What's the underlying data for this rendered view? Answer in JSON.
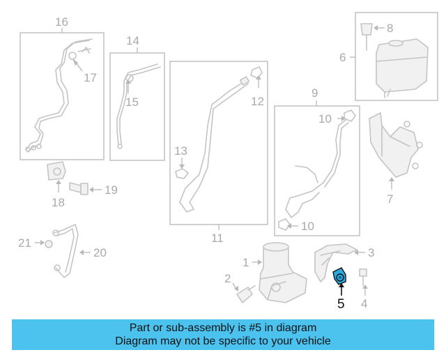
{
  "callouts": {
    "c1": "1",
    "c2": "2",
    "c3": "3",
    "c4": "4",
    "c5": "5",
    "c6": "6",
    "c7": "7",
    "c8": "8",
    "c9": "9",
    "c10a": "10",
    "c10b": "10",
    "c11": "11",
    "c12": "12",
    "c13": "13",
    "c14": "14",
    "c15": "15",
    "c16": "16",
    "c17": "17",
    "c18": "18",
    "c19": "19",
    "c20": "20",
    "c21": "21"
  },
  "highlight": {
    "part_number": "5",
    "color": "#29a9e0"
  },
  "banner": {
    "line1": "Part or sub-assembly is #5 in diagram",
    "line2": "Diagram may not be specific to your vehicle",
    "background": "#4cc2ef"
  }
}
